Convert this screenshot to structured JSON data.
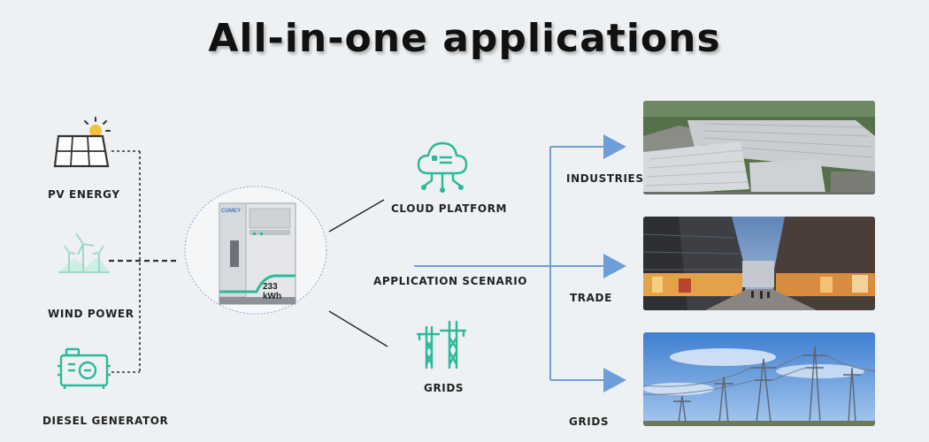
{
  "title": "All-in-one applications",
  "sources": [
    {
      "label": "PV ENERGY",
      "icon": "solar-panel-icon"
    },
    {
      "label": "WIND POWER",
      "icon": "wind-turbine-icon"
    },
    {
      "label": "DIESEL GENERATOR",
      "icon": "diesel-generator-icon"
    }
  ],
  "cabinet": {
    "brand": "COMEY",
    "capacity_value": "233",
    "capacity_unit": "kWh"
  },
  "center": {
    "cloud_label": "CLOUD PLATFORM",
    "scenario_label": "APPLICATION SCENARIO",
    "grids_label": "GRIDS"
  },
  "applications": [
    {
      "label": "INDUSTRIES",
      "image": "industrial-warehouse-photo"
    },
    {
      "label": "TRADE",
      "image": "shopping-street-photo"
    },
    {
      "label": "GRIDS",
      "image": "power-transmission-towers-photo"
    }
  ],
  "colors": {
    "teal": "#2bb99a",
    "arrow": "#6e9ed8",
    "dashed": "#333333"
  }
}
